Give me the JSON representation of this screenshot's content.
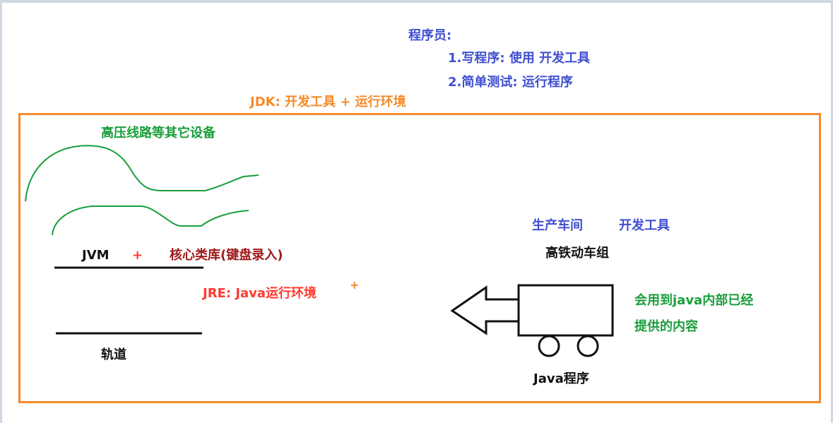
{
  "header": {
    "programmer_title": "程序员:",
    "step1": "1.写程序: 使用 开发工具",
    "step2": "2.简单测试: 运行程序",
    "jdk": "JDK: 开发工具 + 运行环境"
  },
  "left_scene": {
    "power_lines": "高压线路等其它设备",
    "jvm": "JVM",
    "plus": "+",
    "core_lib": "核心类库(键盘录入)",
    "jre": "JRE: Java运行环境",
    "plus2": "+",
    "rail": "轨道"
  },
  "right_scene": {
    "workshop": "生产车间",
    "dev_tools": "开发工具",
    "train": "高铁动车组",
    "uses_line1": "会用到java内部已经",
    "uses_line2": "提供的内容",
    "program": "Java程序"
  },
  "colors": {
    "blue": "#3f4fd0",
    "orange": "#f58a2a",
    "green": "#1a9e3b",
    "red": "#ff3b30",
    "dark_red": "#a01818"
  }
}
